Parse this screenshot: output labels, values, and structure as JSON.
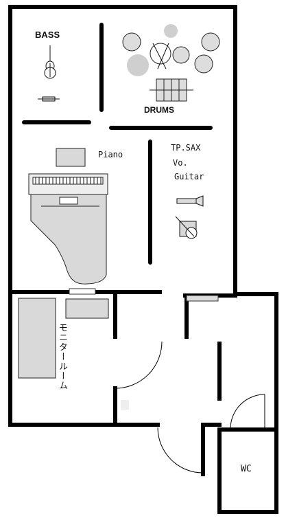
{
  "floor_plan": {
    "labels": {
      "bass": "BASS",
      "drums": "DRUMS",
      "piano": "Piano",
      "tp_sax": "TP.SAX",
      "vo": "Vo.",
      "guitar": "Guitar",
      "monitor_room": "モニタールーム",
      "wc": "WC"
    },
    "colors": {
      "wall": "#000000",
      "furniture_fill": "#d9d9d9",
      "furniture_stroke": "#222222",
      "cymbal": "#cfcfcf",
      "background": "#ffffff"
    },
    "icons": [
      "violin-icon",
      "bass-amp-icon",
      "drum-kit-icon",
      "keyboard-amp-icon",
      "grand-piano-icon",
      "trumpet-icon",
      "saxophone-icon"
    ]
  }
}
